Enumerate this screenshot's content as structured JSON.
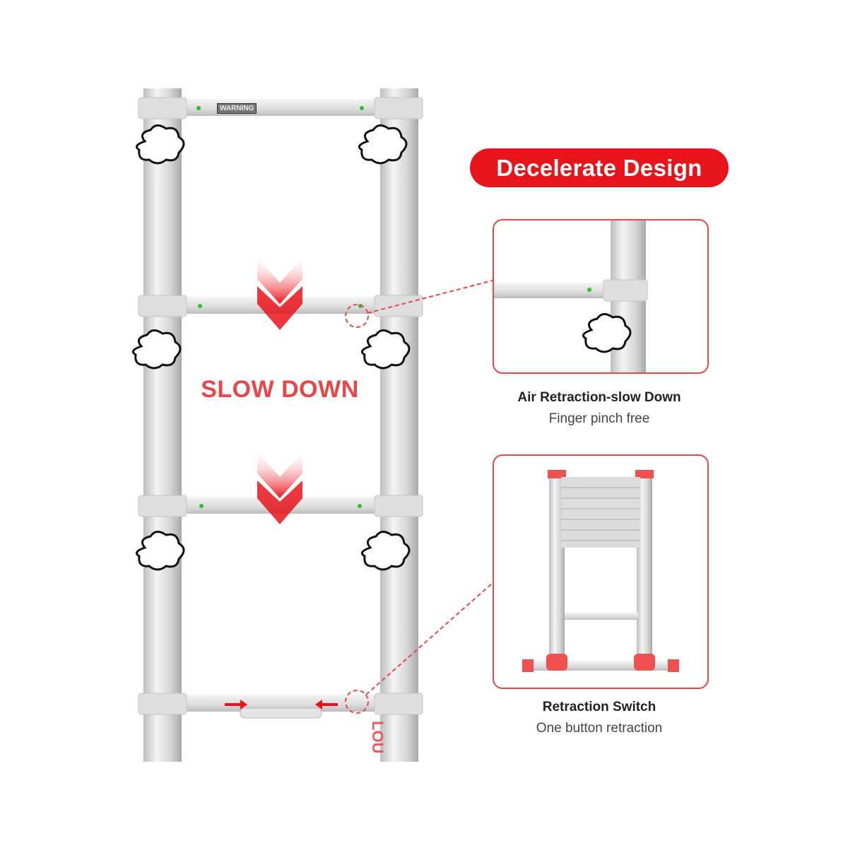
{
  "badge": {
    "label": "Decelerate Design",
    "color": "#e8141c"
  },
  "ladder": {
    "slow_down": "SLOW DOWN",
    "warning_label": "WARNING",
    "brand_on_rail": "LOU"
  },
  "features": [
    {
      "title": "Air Retraction-slow Down",
      "subtitle": "Finger pinch free"
    },
    {
      "title": "Retraction Switch",
      "subtitle": "One button retraction"
    }
  ],
  "colors": {
    "accent": "#e8474a",
    "metal": "#d9d9d9"
  }
}
